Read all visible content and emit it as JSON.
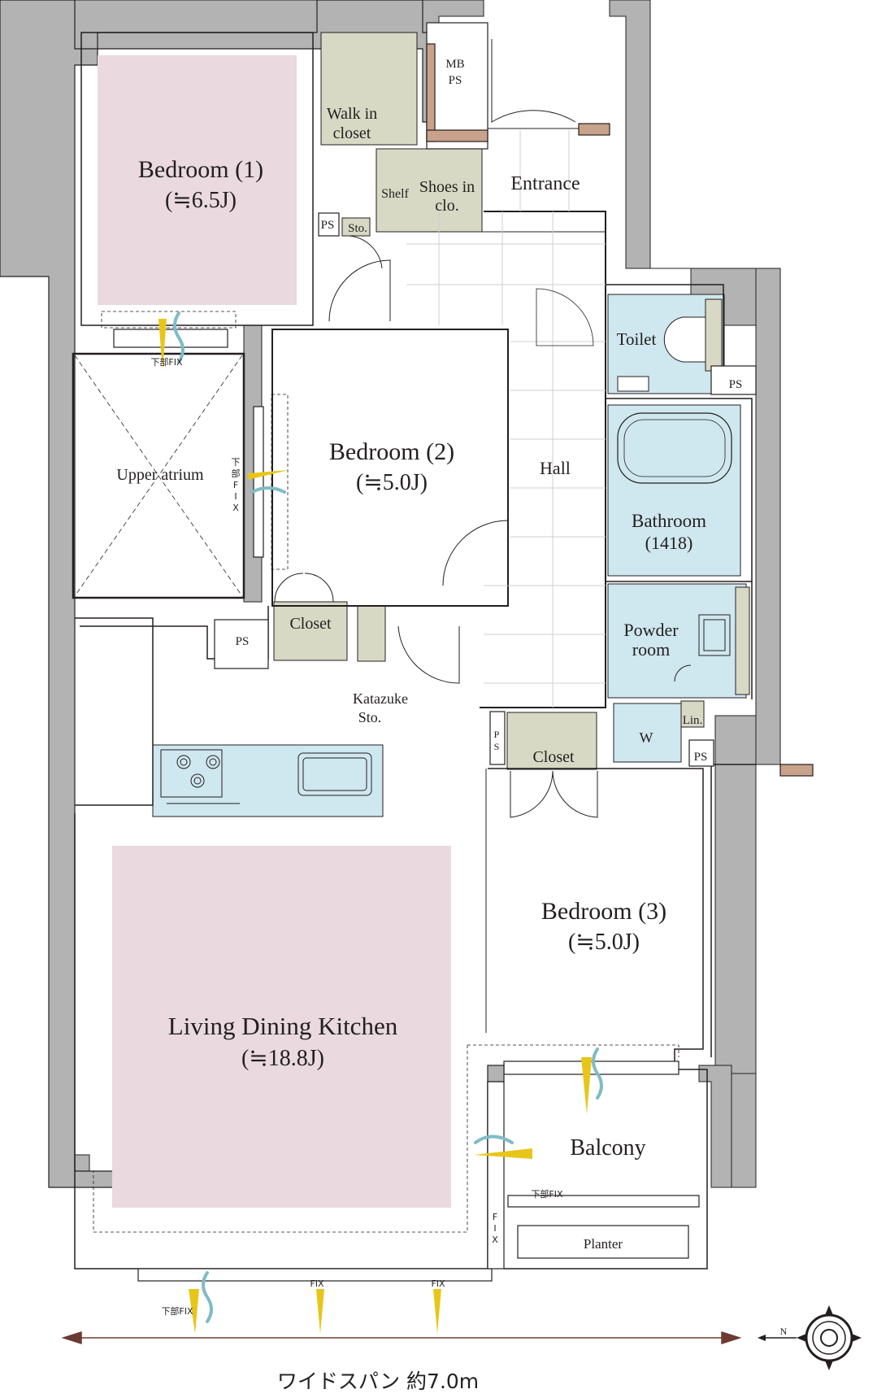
{
  "colors": {
    "wall": "#b3b3b3",
    "line": "#231f20",
    "room_pink": "#ead9df",
    "closet_green": "#d8d9c4",
    "wet_blue": "#cfe7ef",
    "vent_yellow": "#e8c619",
    "air_blue": "#7fbcc6",
    "arrow": "#6b3b33",
    "brick": "#c9a28c"
  },
  "rooms": {
    "bedroom1": {
      "name": "Bedroom (1)",
      "size": "(≒6.5J)"
    },
    "bedroom2": {
      "name": "Bedroom (2)",
      "size": "(≒5.0J)"
    },
    "bedroom3": {
      "name": "Bedroom (3)",
      "size": "(≒5.0J)"
    },
    "ldk": {
      "name": "Living Dining Kitchen",
      "size": "(≒18.8J)"
    },
    "walkin": {
      "line1": "Walk in",
      "line2": "closet"
    },
    "shelf": "Shelf",
    "shoes": {
      "line1": "Shoes in",
      "line2": "clo."
    },
    "entrance": "Entrance",
    "mbps": {
      "line1": "MB",
      "line2": "PS"
    },
    "sto": "Sto.",
    "upper_atrium": "Upper atrium",
    "hall": "Hall",
    "toilet": "Toilet",
    "bathroom": {
      "name": "Bathroom",
      "size": "(1418)"
    },
    "powder": {
      "line1": "Powder",
      "line2": "room"
    },
    "closet": "Closet",
    "katazuke": {
      "line1": "Katazuke",
      "line2": "Sto."
    },
    "washer": "W",
    "linen": "Lin.",
    "balcony": "Balcony",
    "planter": "Planter",
    "ps": "PS"
  },
  "window_notes": {
    "lower_fix": "下部FIX",
    "fix": "FIX",
    "vertical_fix_chars": [
      "下",
      "部",
      "F",
      "I",
      "X"
    ],
    "vertical_fix_short": [
      "F",
      "I",
      "X"
    ]
  },
  "footer": {
    "span_label": "ワイドスパン 約7.0m"
  },
  "compass": {
    "north": "N"
  }
}
